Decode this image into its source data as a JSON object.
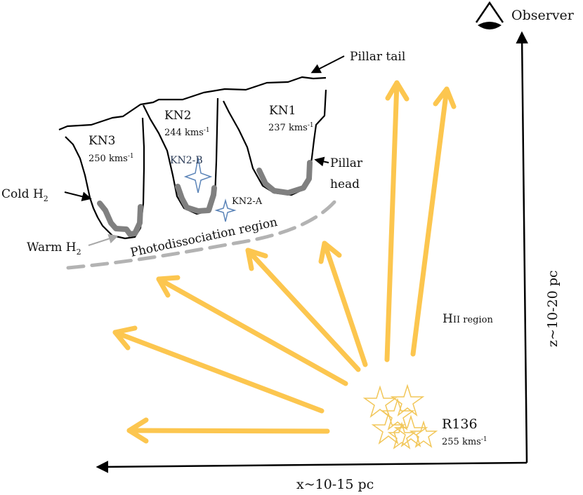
{
  "observer": {
    "label": "Observer",
    "icon": "eye-icon"
  },
  "axes": {
    "x_label": "x~10-15 pc",
    "z_label": "z~10-20 pc"
  },
  "pillar": {
    "tail_label": "Pillar tail",
    "head_label_line1": "Pillar",
    "head_label_line2": "head"
  },
  "knots": [
    {
      "id": "KN1",
      "name": "KN1",
      "velocity": "237 kms",
      "unit_sup": "-1"
    },
    {
      "id": "KN2",
      "name": "KN2",
      "velocity": "244 kms",
      "unit_sup": "-1"
    },
    {
      "id": "KN3",
      "name": "KN3",
      "velocity": "250 kms",
      "unit_sup": "-1"
    }
  ],
  "sources": {
    "kn2b": "KN2-B",
    "kn2a": "KN2-A"
  },
  "gas": {
    "cold_prefix": "Cold H",
    "cold_sub": "2",
    "warm_prefix": "Warm H",
    "warm_sub": "2",
    "pdr_label": "Photodissociation region",
    "hii_prefix": "H",
    "hii_suffix": "II region"
  },
  "cluster": {
    "name": "R136",
    "velocity": "255 kms",
    "unit_sup": "-1"
  },
  "colors": {
    "radiation_arrow": "#fcc64f",
    "warm_h2": "#b3b3b3",
    "cold_h2": "#808080",
    "star_outline": "#f2c75a",
    "source_star": "#5b84b8",
    "ink": "#000000"
  }
}
